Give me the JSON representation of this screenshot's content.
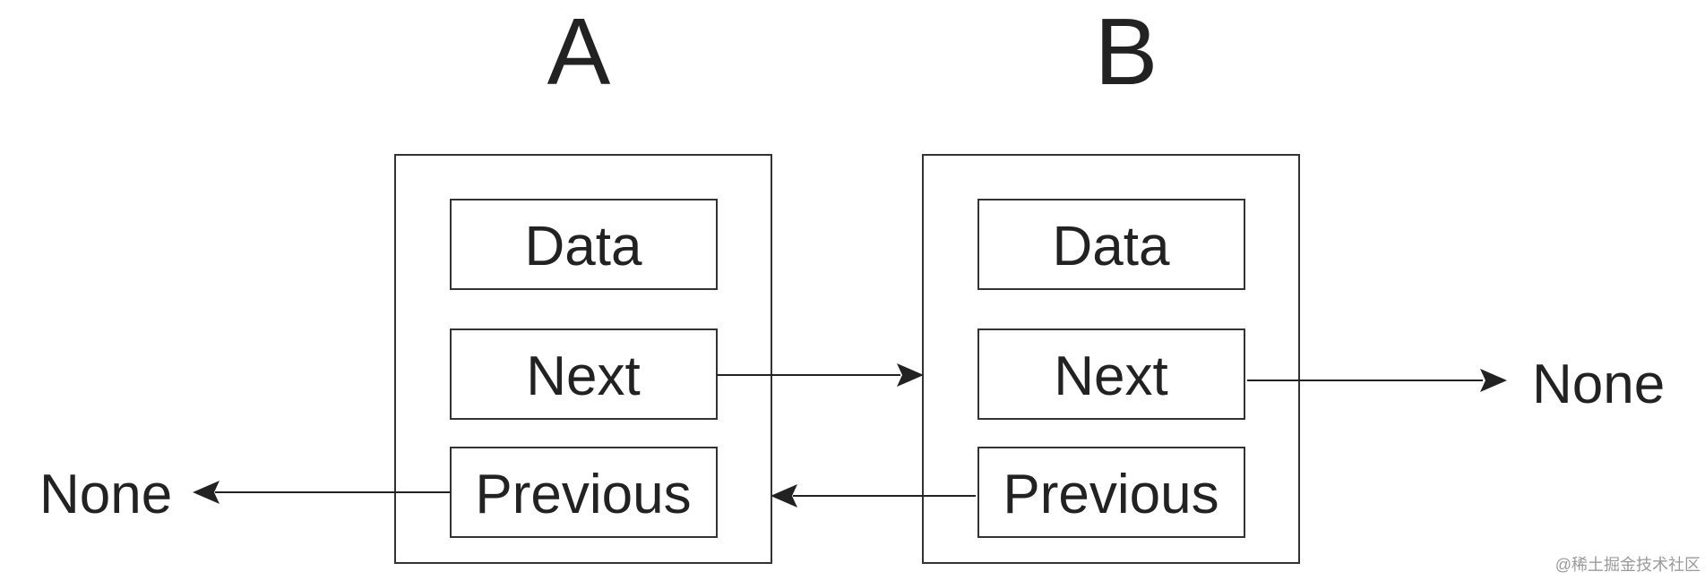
{
  "nodes": {
    "a": {
      "title": "A",
      "fields": {
        "data": "Data",
        "next": "Next",
        "previous": "Previous"
      }
    },
    "b": {
      "title": "B",
      "fields": {
        "data": "Data",
        "next": "Next",
        "previous": "Previous"
      }
    }
  },
  "terminals": {
    "left": "None",
    "right": "None"
  },
  "watermark": "@稀土掘金技术社区",
  "colors": {
    "stroke": "#333333",
    "text": "#222222",
    "watermark": "#9a9a9a",
    "background": "#ffffff"
  }
}
